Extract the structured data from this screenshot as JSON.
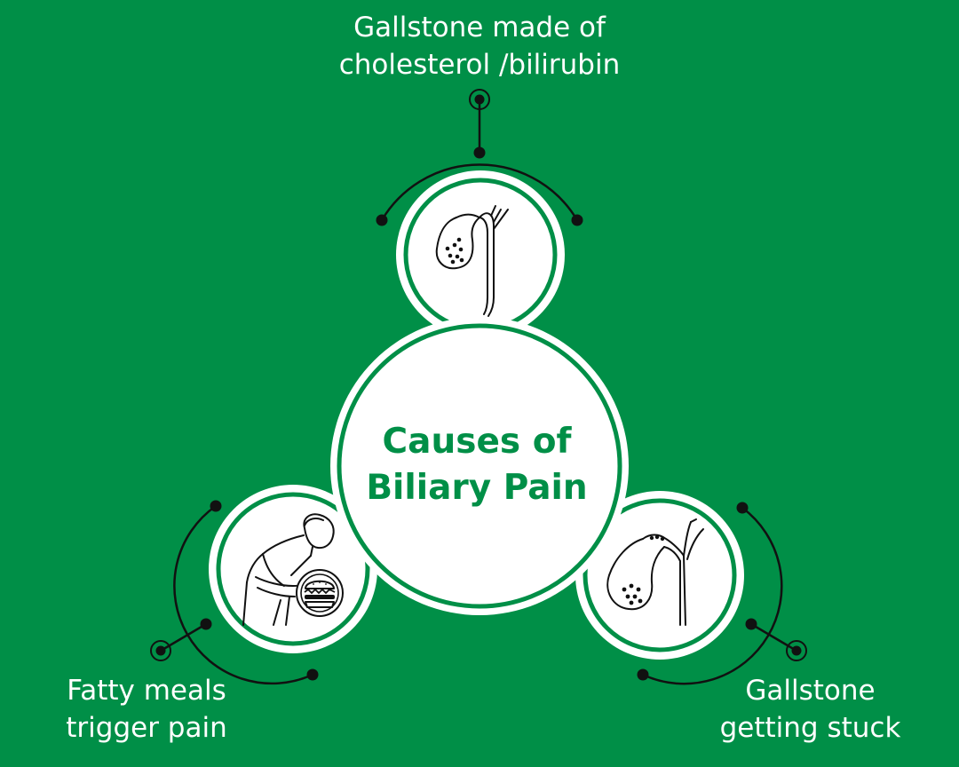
{
  "colors": {
    "background": "#008f47",
    "accent": "#008f47",
    "circle_fill": "#ffffff",
    "ink": "#111111",
    "label_text": "#ffffff"
  },
  "center": {
    "title_line1": "Causes of",
    "title_line2": "Biliary Pain"
  },
  "nodes": [
    {
      "id": "top",
      "icon": "gallbladder-with-stones-icon",
      "label_line1": "Gallstone made of",
      "label_line2": "cholesterol /bilirubin"
    },
    {
      "id": "left",
      "icon": "person-holding-stomach-with-burger-icon",
      "label_line1": "Fatty meals",
      "label_line2": "trigger pain"
    },
    {
      "id": "right",
      "icon": "gallstone-stuck-in-duct-icon",
      "label_line1": "Gallstone",
      "label_line2": "getting stuck"
    }
  ]
}
